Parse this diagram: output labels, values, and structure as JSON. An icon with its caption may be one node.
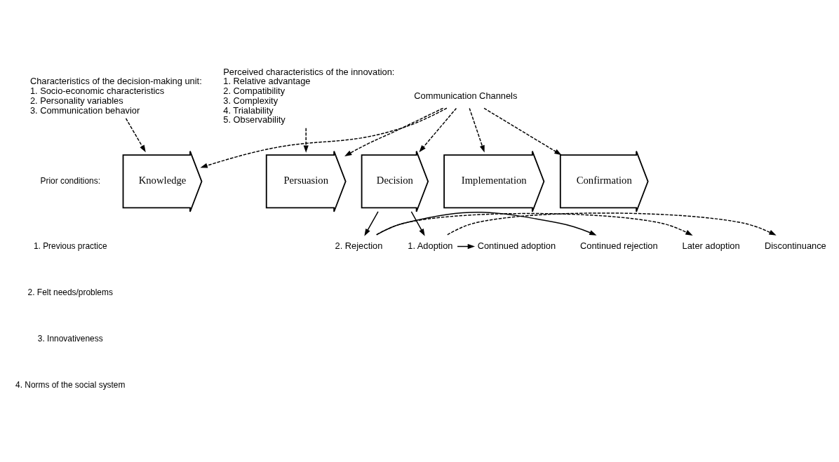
{
  "diagram": {
    "nodes": [
      {
        "text": [
          "Communication Channels"
        ]
      },
      {
        "text": [
          "Knowledge"
        ]
      },
      {
        "text": [
          "Persuasion"
        ]
      },
      {
        "text": [
          "Decision"
        ]
      },
      {
        "text": [
          "Implementation"
        ]
      },
      {
        "text": [
          "Confirmation"
        ]
      },
      {
        "text": [
          "Characteristics of the decision-making unit:",
          "1. Socio-economic characteristics",
          "2. Personality variables",
          "3. Communication behavior"
        ]
      },
      {
        "text": [
          "Perceived characteristics of the innovation:",
          "1. Relative advantage",
          "2. Compatibility",
          "3. Complexity",
          "4. Trialability",
          "5. Observability"
        ]
      },
      {
        "text": [
          "1. Adoption"
        ]
      },
      {
        "text": [
          "2. Rejection"
        ]
      },
      {
        "text": [
          "Continued adoption"
        ]
      },
      {
        "text": [
          "Discontinuance"
        ]
      },
      {
        "text": [
          "Later adoption"
        ]
      },
      {
        "text": [
          "Continued rejection"
        ]
      }
    ],
    "edges": [
      {
        "from": 0,
        "to": 1,
        "arrow": "to",
        "style": "dashed"
      },
      {
        "from": 0,
        "to": 2,
        "arrow": "to",
        "style": "dashed"
      },
      {
        "from": 0,
        "to": 3,
        "arrow": "to",
        "style": "dashed"
      },
      {
        "from": 0,
        "to": 4,
        "arrow": "to",
        "style": "dashed"
      },
      {
        "from": 0,
        "to": 5,
        "arrow": "to",
        "style": "dashed"
      },
      {
        "from": 6,
        "to": 1,
        "arrow": "to",
        "style": "dashed"
      },
      {
        "from": 7,
        "to": 2,
        "arrow": "to",
        "style": "dashed"
      },
      {
        "from": 3,
        "to": 8,
        "arrow": "to"
      },
      {
        "from": 3,
        "to": 9,
        "arrow": "to"
      },
      {
        "from": 8,
        "to": 10,
        "arrow": "to"
      },
      {
        "from": 8,
        "to": 11,
        "arrow": "to",
        "style": "dashed"
      },
      {
        "from": 9,
        "to": 12,
        "arrow": "to",
        "style": "dashed"
      },
      {
        "from": 9,
        "to": 13,
        "arrow": "to"
      }
    ],
    "labels": [
      "Prior conditions:",
      "1. Previous practice",
      "2. Felt needs/problems",
      "3. Innovativeness",
      "4. Norms of the social system"
    ]
  }
}
